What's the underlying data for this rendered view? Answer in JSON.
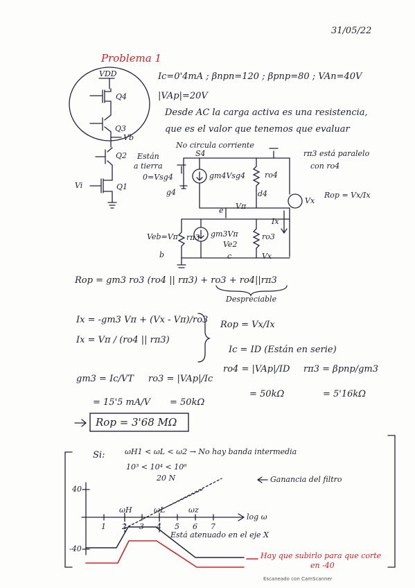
{
  "header": {
    "date": "31/05/22"
  },
  "problem": {
    "title": "Problema 1",
    "givens_line1": "Ic=0'4mA ; βnpn=120 ; βpnp=80 ; VAn=40V",
    "givens_line2": "|VAp|=20V",
    "note_line1": "Desde AC la carga activa es una resistencia,",
    "note_line2": "que es el valor que tenemos que evaluar"
  },
  "circuit_labels": {
    "vdd": "VDD",
    "q4": "Q4",
    "q3": "Q3",
    "q2": "Q2",
    "q1": "Q1",
    "vb": "Vb",
    "vi": "Vi",
    "no_current": "No circula corriente",
    "grounded_line1": "Están",
    "grounded_line2": "a tierra",
    "s4": "S4",
    "vsg4": "0=Vsg4",
    "gm4vsg4": "gm4Vsg4",
    "ro4": "ro4",
    "d4": "d4",
    "g4": "g4",
    "e": "e",
    "vpi": "Vπ",
    "veb": "Veb=Vπ",
    "rpi3": "rπ3",
    "gm3vpi": "gm3Vπ",
    "ve2": "Ve2",
    "ro3": "ro3",
    "b": "b",
    "c": "c",
    "vx": "Vx",
    "ix": "Ix",
    "vx_source": "Vx",
    "rpi3_parallel_line1": "rπ3 está paralelo",
    "rpi3_parallel_line2": "con ro4",
    "rop_def": "Rop = Vx/Ix"
  },
  "equations": {
    "rop_main": "Rop = gm3 ro3 (ro4 || rπ3) + ro3 + ro4||rπ3",
    "negligible": "Despreciable",
    "ix1": "Ix = -gm3 Vπ + (Vx - Vπ)/ro3",
    "ix2": "Ix = Vπ / (ro4 || rπ3)",
    "rop_ratio": "Rop = Vx/Ix",
    "series_note": "Ic = ID (Están en serie)",
    "gm3": "gm3 = Ic/VT",
    "ro3": "ro3 = |VAp|/Ic",
    "ro4": "ro4 = |VAp|/ID",
    "rpi3": "rπ3 = βpnp/gm3",
    "gm3_val": "= 15'5 mA/V",
    "ro3_val": "= 50kΩ",
    "ro4_val": "= 50kΩ",
    "rpi3_val": "= 5'16kΩ",
    "result_arrow": "⇒",
    "result": "Rop = 3'68 MΩ"
  },
  "bode": {
    "cond_label": "Si:",
    "cond_line1": "ωH1 < ωL < ω2 → No hay banda intermedia",
    "cond_line2": "10³ < 10⁴ < 10⁶",
    "twenty_n": "20 N",
    "filter_gain": "Ganancia del filtro",
    "y_top": "40",
    "y_bottom": "-40",
    "x_label": "log ω",
    "wh": "ωH",
    "wl": "ωL",
    "wz": "ωz",
    "ticks": [
      "1",
      "2",
      "3",
      "4",
      "5",
      "6",
      "7"
    ],
    "shift_note": "Está atenuado en el eje X",
    "red_note_line1": "Hay que subirlo para que corte",
    "red_note_line2": "en -40"
  },
  "footer": {
    "scan": "Escaneado con CamScanner"
  }
}
